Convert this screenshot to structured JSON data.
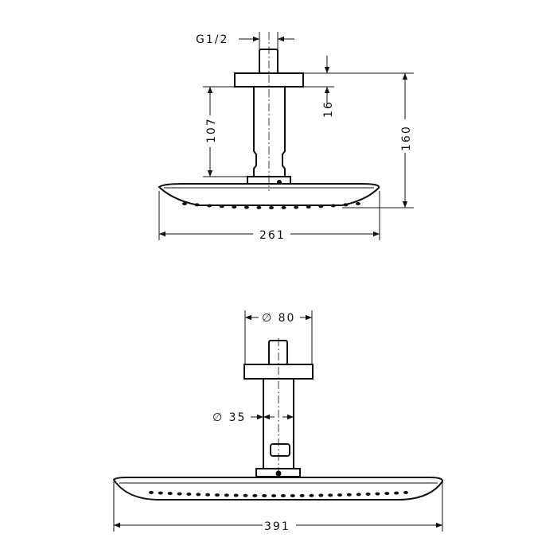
{
  "drawing": {
    "side_view": {
      "thread_label": "G1/2",
      "flange_height": "16",
      "pipe_length": "107",
      "total_height": "160",
      "head_width": "261"
    },
    "front_view": {
      "flange_diameter": "∅ 80",
      "pipe_diameter": "∅ 35",
      "head_width": "391"
    }
  }
}
